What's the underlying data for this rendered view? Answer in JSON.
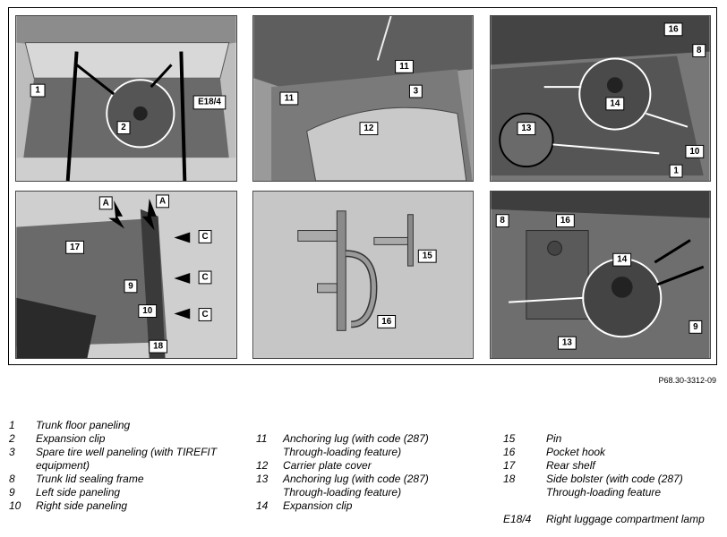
{
  "figure_ref": "P68.30-3312-09",
  "callouts": {
    "p1": [
      "1",
      "2",
      "E18/4"
    ],
    "p2": [
      "11",
      "11",
      "3",
      "12"
    ],
    "p3": [
      "16",
      "8",
      "14",
      "13",
      "10",
      "1"
    ],
    "p4": [
      "A",
      "A",
      "17",
      "C",
      "C",
      "C",
      "9",
      "10",
      "18"
    ],
    "p5": [
      "15",
      "16"
    ],
    "p6": [
      "8",
      "16",
      "14",
      "9",
      "13"
    ]
  },
  "legend": {
    "col1": [
      {
        "num": "1",
        "text": "Trunk floor paneling"
      },
      {
        "num": "2",
        "text": "Expansion clip"
      },
      {
        "num": "3",
        "text": "Spare tire well paneling (with TIREFIT equipment)"
      },
      {
        "num": "8",
        "text": "Trunk lid sealing frame"
      },
      {
        "num": "9",
        "text": "Left side paneling"
      },
      {
        "num": "10",
        "text": "Right side paneling"
      }
    ],
    "col2": [
      {
        "num": "11",
        "text": "Anchoring lug (with code (287) Through-loading feature)"
      },
      {
        "num": "12",
        "text": "Carrier plate cover"
      },
      {
        "num": "13",
        "text": "Anchoring lug (with code (287) Through-loading feature)"
      },
      {
        "num": "14",
        "text": "Expansion clip"
      }
    ],
    "col3": [
      {
        "num": "15",
        "text": "Pin"
      },
      {
        "num": "16",
        "text": "Pocket hook"
      },
      {
        "num": "17",
        "text": "Rear shelf"
      },
      {
        "num": "18",
        "text": "Side bolster (with code (287) Through-loading feature"
      },
      {
        "num": "E18/4",
        "text": "Right luggage compartment lamp"
      }
    ]
  }
}
